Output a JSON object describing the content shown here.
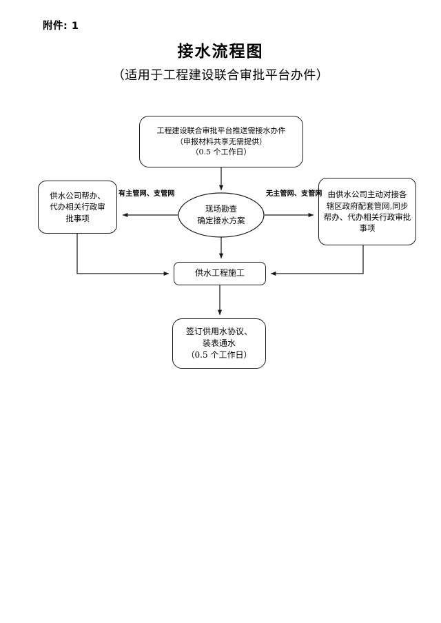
{
  "header": {
    "attachment_label": "附件: 1",
    "title": "接水流程图",
    "subtitle": "（适用于工程建设联合审批平台办件）"
  },
  "diagram": {
    "type": "flowchart",
    "orientation": "top-to-bottom",
    "nodes": [
      {
        "id": "push",
        "shape": "rounded-rectangle",
        "lines": [
          "工程建设联合审批平台推送需接水办件",
          "（申报材料共享无需提供）",
          "（0.5 个工作日）"
        ]
      },
      {
        "id": "survey",
        "shape": "ellipse",
        "lines": [
          "现场勘查",
          "确定接水方案"
        ]
      },
      {
        "id": "left",
        "shape": "rounded-rectangle",
        "lines": [
          "供水公司帮办、",
          "代办相关行政审",
          "批事项"
        ]
      },
      {
        "id": "right",
        "shape": "rounded-rectangle",
        "lines": [
          "由供水公司主动对接各",
          "辖区政府配套管网,同步",
          "帮办、代办相关行政审批",
          "事项"
        ]
      },
      {
        "id": "build",
        "shape": "rounded-rectangle",
        "lines": [
          "供水工程施工"
        ]
      },
      {
        "id": "sign",
        "shape": "rounded-rectangle",
        "lines": [
          "签订供用水协议、",
          "装表通水",
          "（0.5 个工作日）"
        ]
      }
    ],
    "edges": [
      {
        "id": "push-to-survey",
        "from": "push",
        "to": "survey",
        "label": ""
      },
      {
        "id": "survey-to-left",
        "from": "survey",
        "to": "left",
        "label": "有主管网、支管网"
      },
      {
        "id": "survey-to-right",
        "from": "survey",
        "to": "right",
        "label": "无主管网、支管网"
      },
      {
        "id": "survey-to-build",
        "from": "survey",
        "to": "build",
        "label": ""
      },
      {
        "id": "left-to-build",
        "from": "left",
        "to": "build",
        "label": ""
      },
      {
        "id": "right-to-build",
        "from": "right",
        "to": "build",
        "label": ""
      },
      {
        "id": "build-to-sign",
        "from": "build",
        "to": "sign",
        "label": ""
      }
    ]
  },
  "colors": {
    "stroke": "#1a1a1a",
    "text": "#000000",
    "background": "#ffffff"
  }
}
